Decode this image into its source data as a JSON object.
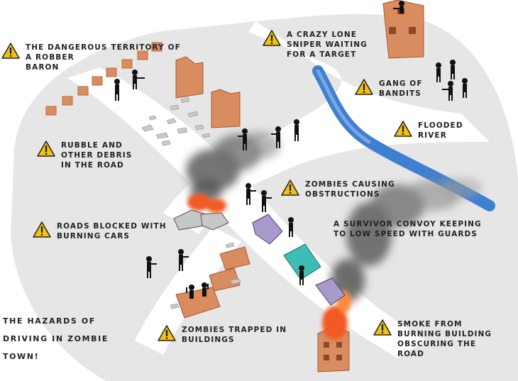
{
  "title": "THE HAZARDS OF\nDRIVING IN ZOMBIE\nTOWN!",
  "hazards": [
    {
      "id": "robber-baron",
      "text": "THE DANGEROUS TERRITORY OF\nA ROBBER\nBARON"
    },
    {
      "id": "sniper",
      "text": "A CRAZY LONE\nSNIPER WAITING\nFOR A TARGET"
    },
    {
      "id": "bandits",
      "text": "GANG OF\nBANDITS"
    },
    {
      "id": "flooded-river",
      "text": "FLOODED\nRIVER"
    },
    {
      "id": "rubble",
      "text": "RUBBLE AND\nOTHER DEBRIS\nIN THE ROAD"
    },
    {
      "id": "zombies-obstructions",
      "text": "ZOMBIES CAUSING\nOBSTRUCTIONS"
    },
    {
      "id": "burning-cars",
      "text": "ROADS BLOCKED WITH\nBURNING CARS"
    },
    {
      "id": "convoy",
      "text": "A SURVIVOR CONVOY KEEPING\nTO LOW SPEED WITH GUARDS"
    },
    {
      "id": "zombies-trapped",
      "text": "ZOMBIES TRAPPED IN\nBUILDINGS"
    },
    {
      "id": "smoke",
      "text": "SMOKE FROM\nBURNING BUILDING\nOBSCURING THE\nROAD"
    }
  ],
  "colors": {
    "ground": "#e6e6e6",
    "road": "#ffffff",
    "river": "#3f7fd0",
    "warning": "#f4c20d",
    "building": "#d98c5f",
    "fire": "#f15a22",
    "smoke": "#6f6f6f",
    "car_lilac": "#a89bc9",
    "car_teal": "#3dbdb5"
  },
  "icons": [
    "warning-icon",
    "zombie-icon",
    "soldier-icon",
    "car-icon",
    "building-icon",
    "fire-icon",
    "smoke-icon"
  ]
}
